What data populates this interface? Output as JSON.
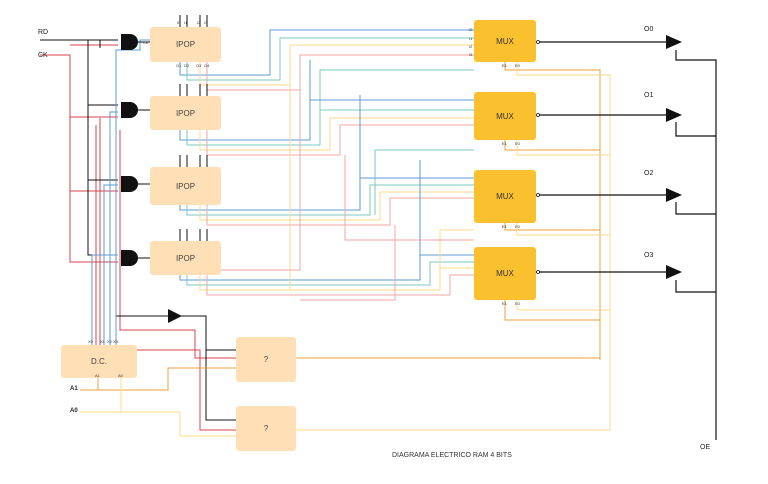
{
  "inputs": {
    "rd": "RD",
    "ck": "CK",
    "oe": "OE",
    "a1": "A1",
    "a0": "A0"
  },
  "ipop_label": "IPOP",
  "ipop_in_pins": [
    "I0",
    "I1",
    "I2",
    "I3"
  ],
  "ipop_out_pins": [
    "O1",
    "O2",
    "O3",
    "O4"
  ],
  "ck_pin": "CK",
  "mux_label": "MUX",
  "mux_in_pins": [
    "I0",
    "I1",
    "I2",
    "I3"
  ],
  "mux_sel_pins": [
    "E1",
    "E0"
  ],
  "outputs": [
    "O0",
    "O1",
    "O2",
    "O3"
  ],
  "decoder_label": "D.C.",
  "decoder_out_pins": [
    "X0",
    "X1",
    "X2",
    "X3"
  ],
  "decoder_in_pins": [
    "A1",
    "A0"
  ],
  "unknown_label": "?",
  "caption": "DIAGRAMA ELECTRICO RAM 4 BITS",
  "colors": {
    "ipop_fill": "#ffdfb6",
    "mux_fill": "#fbc02d",
    "wire_black": "#111111",
    "wire_red": "#d9434b",
    "wire_blue": "#5b9bd5",
    "wire_orange": "#f0a040",
    "wire_teal": "#7cc8c0",
    "wire_pink": "#f4a6a6",
    "wire_yellow": "#ffd98a"
  }
}
